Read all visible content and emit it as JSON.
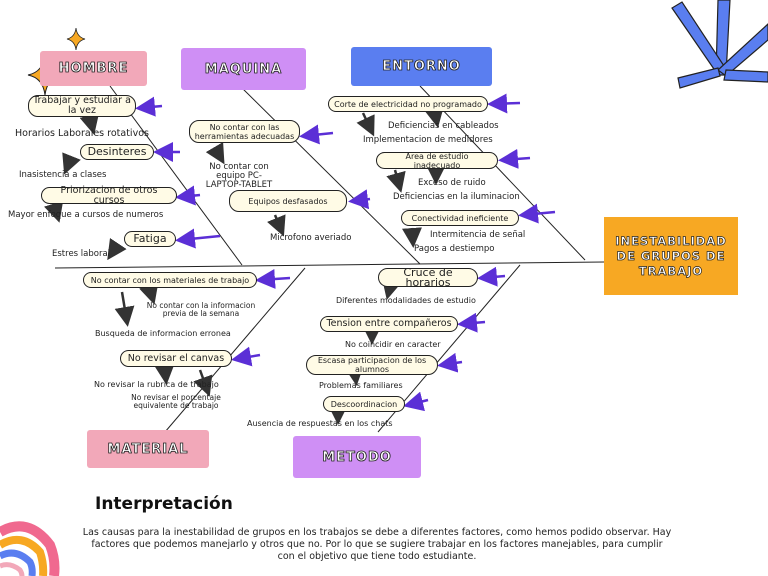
{
  "effect": "INESTABILIDAD DE GRUPOS DE TRABAJO",
  "categories": {
    "hombre": "HOMBRE",
    "maquina": "MAQUINA",
    "entorno": "ENTORNO",
    "material": "MATERIAL",
    "metodo": "METODO"
  },
  "hombre": {
    "c1": "Trabajar y estudiar a la vez",
    "s1": "Horarios Laborales rotativos",
    "c2": "Desinteres",
    "s2": "Inasistencia a clases",
    "c3": "Priorizacion de otros cursos",
    "s3": "Mayor enfoque a cursos de numeros",
    "c4": "Fatiga",
    "s4": "Estres laboral"
  },
  "maquina": {
    "c1": "No contar con las herramientas adecuadas",
    "s1": "No contar con equipo PC-LAPTOP-TABLET",
    "c2": "Equipos desfasados",
    "s2": "Microfono averiado"
  },
  "entorno": {
    "c1": "Corte de electricidad no programado",
    "s1a": "Deficiencias en cableados",
    "s1b": "Implementacion de medidores",
    "c2": "Area de estudio inadecuado",
    "s2a": "Exceso de ruido",
    "s2b": "Deficiencias en la iluminacion",
    "c3": "Conectividad ineficiente",
    "s3a": "Intermitencia de señal",
    "s3b": "Pagos a destiempo"
  },
  "material": {
    "c1": "No contar con los materiales de trabajo",
    "s1a": "No contar con la informacion previa de la semana",
    "s1b": "Busqueda de informacion erronea",
    "c2": "No revisar el canvas",
    "s2a": "No revisar la rubrica de trabajo",
    "s2b": "No revisar el porcentaje equivalente de trabajo"
  },
  "metodo": {
    "c1": "Cruce de horarios",
    "s1": "Diferentes modalidades de estudio",
    "c2": "Tension entre compañeros",
    "s2": "No coincidir en caracter",
    "c3": "Escasa participacion de los alumnos",
    "s3": "Problemas familiares",
    "c4": "Descoordinacion",
    "s4": "Ausencia de respuestas en los chats"
  },
  "interpretation": {
    "title": "Interpretación",
    "body": "Las causas para la inestabilidad de grupos en los trabajos se debe a diferentes factores, como hemos podido observar. Hay factores que podemos manejarlo y otros que no. Por lo que se sugiere trabajar en los factores manejables, para cumplir con el objetivo que tiene todo estudiante."
  },
  "colors": {
    "pink": "#f2a8b9",
    "purple": "#cf8ff5",
    "blue": "#5a7ef0",
    "orange": "#f7a823",
    "arrow": "#5b2fd6",
    "pill": "#fffbe6"
  },
  "icons": [
    "sparkle-star-icon",
    "sunburst-icon",
    "rainbow-icon"
  ]
}
